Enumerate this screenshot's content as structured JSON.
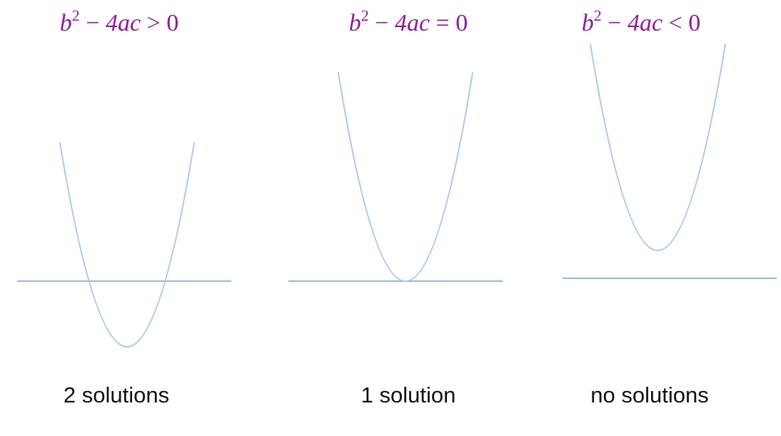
{
  "colors": {
    "formula": "#8B1A9A",
    "curve": "#A9C8EF",
    "axis": "#6E9ED8",
    "caption": "#111111"
  },
  "panels": [
    {
      "case": "positive",
      "formula": {
        "base": "b",
        "exponent": "2",
        "minus": "−",
        "term": "4ac",
        "relation": ">",
        "rhs": "0"
      },
      "caption": "2 solutions"
    },
    {
      "case": "zero",
      "formula": {
        "base": "b",
        "exponent": "2",
        "minus": "−",
        "term": "4ac",
        "relation": "=",
        "rhs": "0"
      },
      "caption": "1 solution"
    },
    {
      "case": "negative",
      "formula": {
        "base": "b",
        "exponent": "2",
        "minus": "−",
        "term": "4ac",
        "relation": "<",
        "rhs": "0"
      },
      "caption": "no solutions"
    }
  ]
}
